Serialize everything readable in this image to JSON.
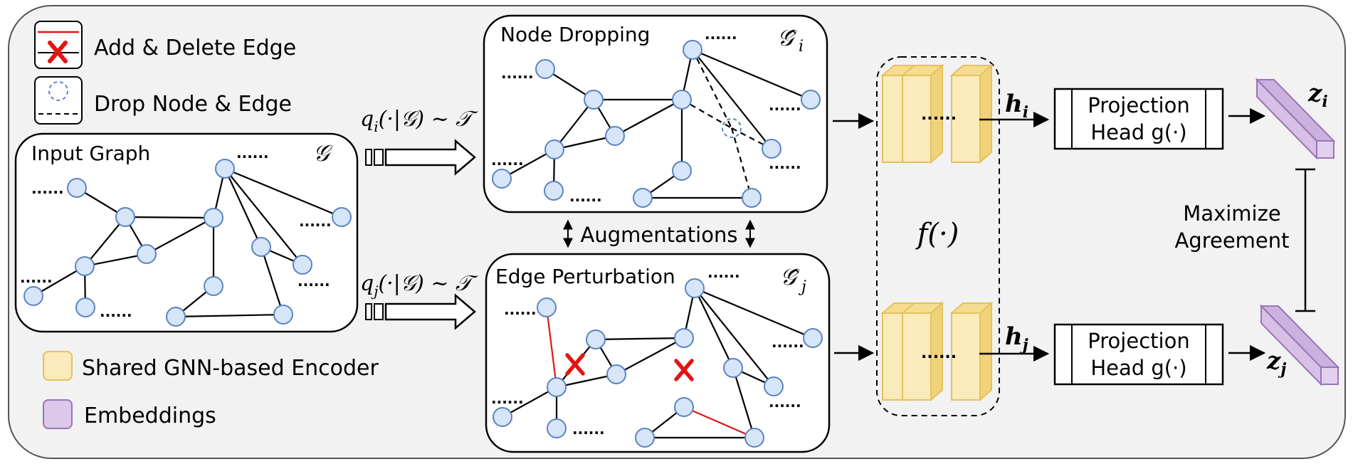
{
  "legend": {
    "add_delete": "Add & Delete Edge",
    "drop": "Drop Node & Edge",
    "encoder": "Shared GNN-based Encoder",
    "embeddings": "Embeddings"
  },
  "input_graph": {
    "title": "Input Graph",
    "symbol": "𝒢"
  },
  "node_dropping": {
    "title": "Node Dropping",
    "symbol": "𝒢̂",
    "subscript": "i"
  },
  "edge_perturbation": {
    "title": "Edge Perturbation",
    "symbol": "𝒢̂",
    "subscript": "j"
  },
  "augmentations": "Augmentations",
  "sampling": {
    "top_q": "q",
    "top_sub": "i",
    "top_rest": "(·|𝒢) ~ 𝒯",
    "bottom_q": "q",
    "bottom_sub": "j",
    "bottom_rest": "(·|𝒢) ~ 𝒯"
  },
  "encoder_symbol": "f(·)",
  "h_top": {
    "base": "h",
    "sub": "i"
  },
  "h_bottom": {
    "base": "h",
    "sub": "j"
  },
  "projection_top": {
    "line1": "Projection",
    "line2": "Head g(·)"
  },
  "projection_bottom": {
    "line1": "Projection",
    "line2": "Head g(·)"
  },
  "z_top": {
    "base": "z",
    "sub": "i"
  },
  "z_bottom": {
    "base": "z",
    "sub": "j"
  },
  "maximize": {
    "line1": "Maximize",
    "line2": "Agreement"
  },
  "ellipsis": "......",
  "enc_ellipsis": "......",
  "colors": {
    "node_fill": "#d6e5f8",
    "node_stroke": "#5b84c0",
    "encoder_fill": "#fbeaba",
    "encoder_stroke": "#e3c25e",
    "embed_fill": "#dcc8e8",
    "embed_stroke": "#9b74b8",
    "red": "#e21515",
    "panel_bg": "#f2f2f2"
  }
}
